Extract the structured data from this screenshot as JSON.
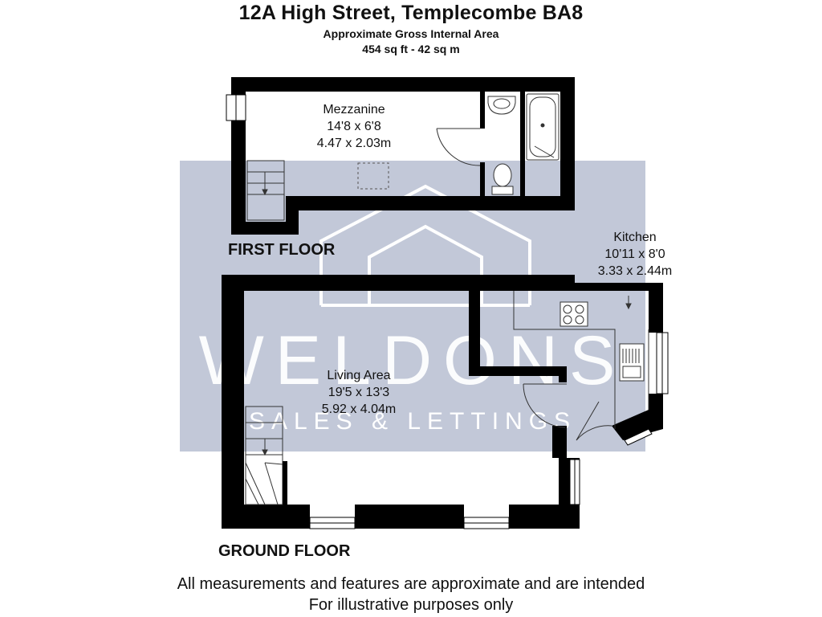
{
  "header": {
    "title": "12A High Street, Templecombe BA8",
    "subtitle": "Approximate Gross Internal Area",
    "area": "454 sq ft - 42 sq m"
  },
  "watermark": {
    "brand": "WELDONS",
    "tagline": "SALES & LETTINGS",
    "color": "#aab3c9"
  },
  "first_floor": {
    "label": "FIRST FLOOR",
    "rooms": [
      {
        "name": "Mezzanine",
        "imperial": "14'8 x 6'8",
        "metric": "4.47 x 2.03m"
      }
    ]
  },
  "ground_floor": {
    "label": "GROUND FLOOR",
    "rooms": [
      {
        "name": "Kitchen",
        "imperial": "10'11 x 8'0",
        "metric": "3.33 x 2.44m"
      },
      {
        "name": "Living Area",
        "imperial": "19'5 x 13'3",
        "metric": "5.92 x 4.04m"
      }
    ]
  },
  "footer": {
    "line1": "All measurements and features are approximate and are intended",
    "line2": "For illustrative purposes only"
  },
  "colors": {
    "wall": "#000000",
    "fixture": "#333333"
  }
}
